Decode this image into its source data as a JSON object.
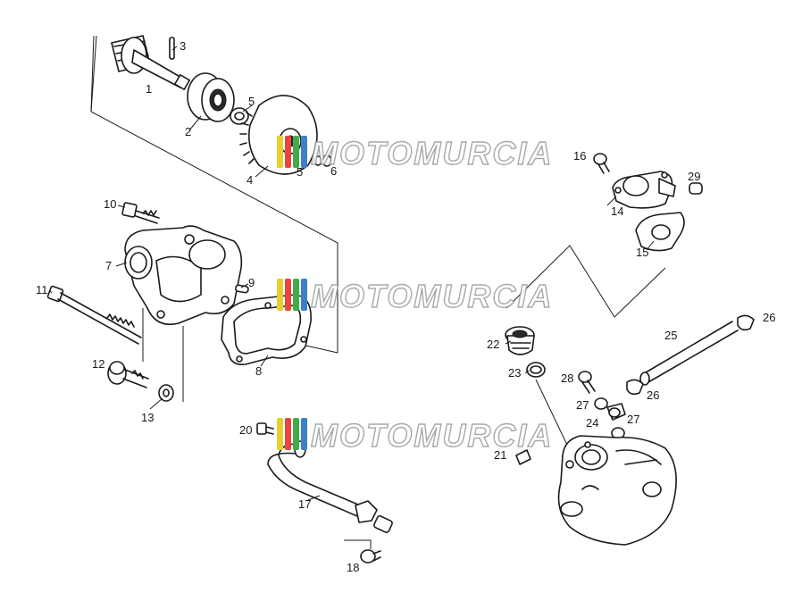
{
  "watermark": {
    "text": "MOTOMURCIA",
    "colors": [
      "#e6cf2e",
      "#e8453c",
      "#3fae49",
      "#3d7fc8"
    ]
  },
  "callouts": {
    "c1": "1",
    "c2": "2",
    "c3": "3",
    "c4": "4",
    "c5a": "5",
    "c5b": "5",
    "c6": "6",
    "c7": "7",
    "c8": "8",
    "c9": "9",
    "c10": "10",
    "c11": "11",
    "c12": "12",
    "c13": "13",
    "c14": "14",
    "c15": "15",
    "c16": "16",
    "c17": "17",
    "c18": "18",
    "c20": "20",
    "c21": "21",
    "c22": "22",
    "c23": "23",
    "c24": "24",
    "c25": "25",
    "c26a": "26",
    "c26b": "26",
    "c27a": "27",
    "c27b": "27",
    "c28": "28",
    "c29": "29"
  }
}
